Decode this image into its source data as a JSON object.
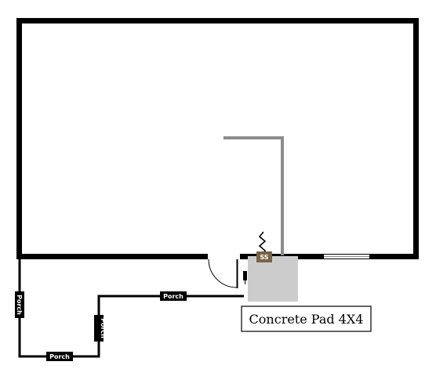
{
  "labels": {
    "porch": [
      "Porch",
      "Porch",
      "Porch",
      "Porch"
    ],
    "ss": "SS",
    "concrete_pad": "Concrete Pad 4X4"
  },
  "colors": {
    "wall": "#000000",
    "gray_line": "#8c8c8c",
    "pad_fill": "#cccccc",
    "ss_badge": "#7a6245",
    "label_bg": "#000000"
  }
}
